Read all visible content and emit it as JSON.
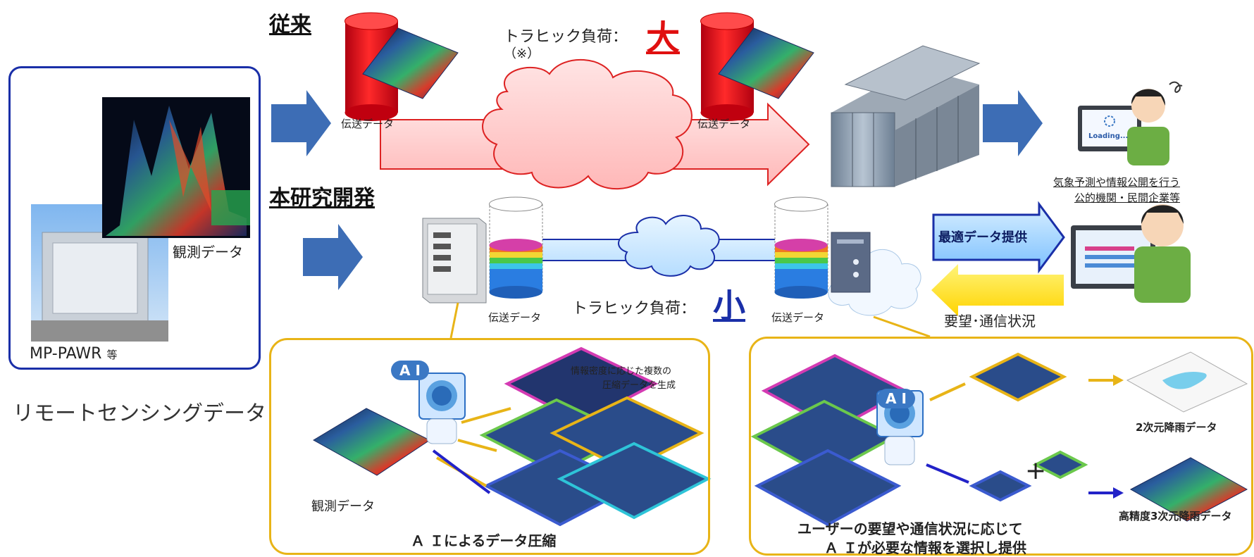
{
  "conventional": {
    "heading": "従来",
    "traffic_label": "トラヒック負荷：",
    "traffic_value": "大",
    "note": "（※）",
    "transfer_left": "伝送データ",
    "transfer_right": "伝送データ"
  },
  "proposed": {
    "heading": "本研究開発",
    "traffic_label": "トラヒック負荷：",
    "traffic_value": "小",
    "transfer_left": "伝送データ",
    "transfer_right": "伝送データ",
    "optimal_label": "最適データ提供",
    "request_label": "要望･通信状況"
  },
  "source": {
    "observed_label": "観測データ",
    "radar_label": "MP-PAWR",
    "radar_suffix": "等",
    "caption": "リモートセンシングデータ"
  },
  "users": {
    "loading": "Loading...",
    "caption_line1": "気象予測や情報公開を行う",
    "caption_line2": "公的機関・民間企業等"
  },
  "compression_panel": {
    "ai_badge": "A I",
    "note_line1": "情報密度に応じた複数の",
    "note_line2": "圧縮データを生成",
    "observed_label": "観測データ",
    "title": "Ａ Ｉによるデータ圧縮"
  },
  "selection_panel": {
    "ai_badge": "A I",
    "plus": "+",
    "output_2d": "2次元降雨データ",
    "output_3d": "高精度3次元降雨データ",
    "title_line1": "ユーザーの要望や通信状況に応じて",
    "title_line2": "Ａ Ｉが必要な情報を選択し提供"
  },
  "colors": {
    "arrow_blue": "#3d6db5",
    "red_cylinder": "#e0101a",
    "traffic_big": "#e01010",
    "traffic_small": "#1a2fa8",
    "panel_border": "#e8b417",
    "source_border": "#1a2fa8",
    "request_arrow": "#ffe000"
  }
}
